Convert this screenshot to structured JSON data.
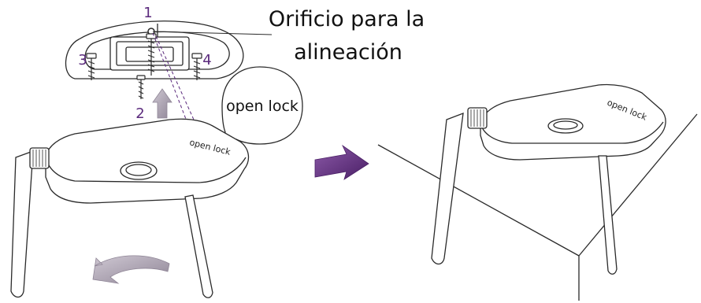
{
  "screw_labels": [
    "1",
    "2",
    "3",
    "4"
  ],
  "callout": {
    "line1": "Orificio para la",
    "line2": "alineación"
  },
  "bubble": {
    "text": "open lock"
  },
  "device_labels": {
    "left": "open lock",
    "right": "open lock"
  },
  "colors": {
    "outline": "#2a2a2a",
    "accent_purple": "#5b2a7d",
    "arrow_gray": "#a9a0ae"
  },
  "icons": {
    "screw": "screw-icon",
    "up_arrow": "up-arrow-icon",
    "rotate_arrow": "rotate-arrow-icon",
    "next_arrow": "right-arrow-icon"
  }
}
